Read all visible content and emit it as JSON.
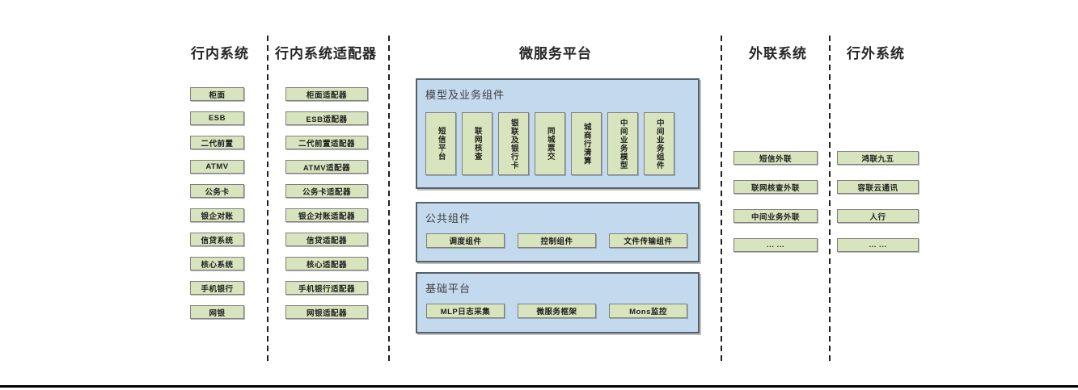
{
  "diagram": {
    "columns": {
      "internal": {
        "title": "行内系统",
        "items": [
          "柜面",
          "ESB",
          "二代前置",
          "ATMV",
          "公务卡",
          "银企对账",
          "信贷系统",
          "核心系统",
          "手机银行",
          "网银"
        ]
      },
      "adapters": {
        "title": "行内系统适配器",
        "items": [
          "柜面适配器",
          "ESB适配器",
          "二代前置适配器",
          "ATMV适配器",
          "公务卡适配器",
          "银企对账适配器",
          "信贷适配器",
          "核心适配器",
          "手机银行适配器",
          "网银适配器"
        ]
      },
      "platform": {
        "title": "微服务平台",
        "sections": [
          {
            "label": "模型及业务组件",
            "items": [
              "短信平台",
              "联网核查",
              "银联及银行卡",
              "同城票交",
              "城商行清算",
              "中间业务模型",
              "中间业务组件"
            ]
          },
          {
            "label": "公共组件",
            "items": [
              "调度组件",
              "控制组件",
              "文件传输组件"
            ]
          },
          {
            "label": "基础平台",
            "items": [
              "MLP日志采集",
              "微服务框架",
              "Mons监控"
            ]
          }
        ]
      },
      "outreach": {
        "title": "外联系统",
        "items": [
          "短信外联",
          "联网核查外联",
          "中间业务外联",
          "... ..."
        ]
      },
      "external": {
        "title": "行外系统",
        "items": [
          "鸿联九五",
          "容联云通讯",
          "人行",
          "... ..."
        ]
      }
    }
  },
  "colors": {
    "green_fill": "#d7e4bd",
    "green_border": "#808080",
    "blue_fill": "#c3d9ee",
    "blue_border": "#566069",
    "dash_line": "#1f1f1f",
    "title_text": "#262626",
    "label_text": "#1f1f1f",
    "section_label_text": "#3f3f3f",
    "bottom_rule": "#000000"
  }
}
